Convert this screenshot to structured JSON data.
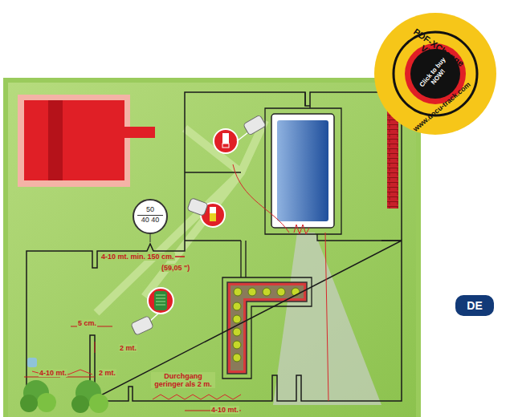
{
  "diagram": {
    "nodes": [
      {
        "text": [
          "50",
          "40 40"
        ]
      },
      {
        "text": [
          "PDF-XChange Viewer",
          "Click to buy NOW!",
          "www.docu-track.com"
        ]
      },
      {
        "text": [
          "DE"
        ]
      }
    ],
    "labels": [
      "4-10 mt. min. 150 cm.",
      "(59,05 \")",
      "5 cm.",
      "2 mt.",
      "4-10 mt.",
      "2 mt.",
      "Durchgang geringer als 2 m.",
      "4-10 mt."
    ]
  }
}
